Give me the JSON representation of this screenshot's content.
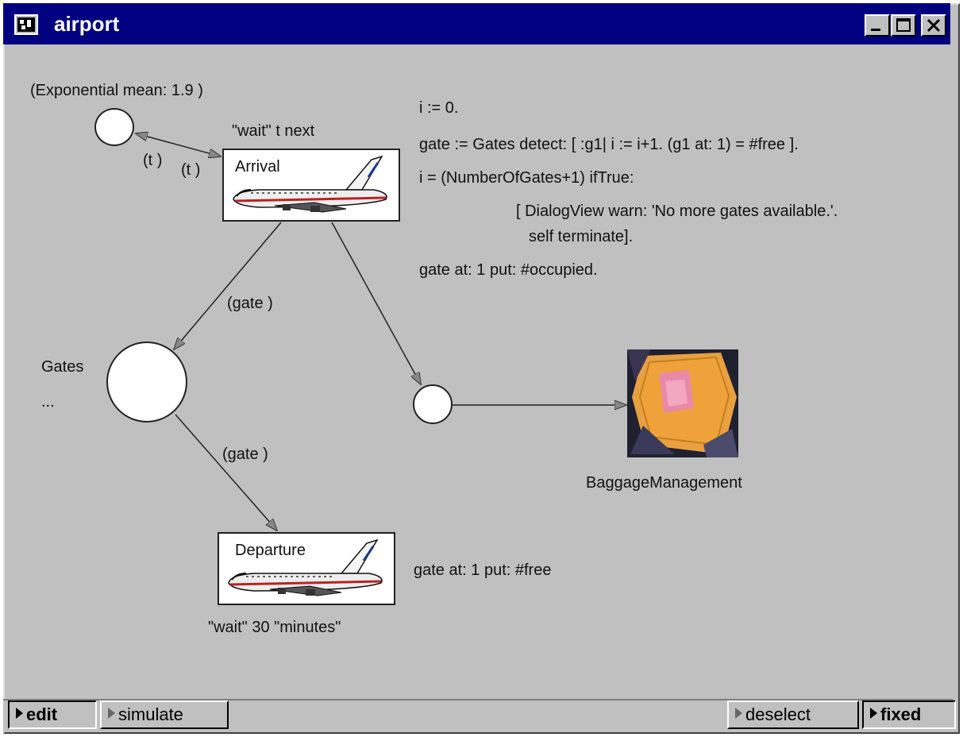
{
  "window": {
    "title": "airport"
  },
  "annotations": {
    "exp_mean": "(Exponential mean: 1.9 )",
    "wait_next": "\"wait\" t next",
    "t_label_1": "(t )",
    "t_label_2": "(t )",
    "gate_label_1": "(gate )",
    "gate_label_2": "(gate )",
    "gates": "Gates",
    "gates_dots": "...",
    "departure_wait": "\"wait\" 30 \"minutes\"",
    "departure_code": "gate at: 1 put: #free",
    "baggage": "BaggageManagement"
  },
  "code": [
    "i := 0.",
    "gate := Gates detect: [ :g1| i := i+1. (g1 at: 1) = #free ].",
    "i = (NumberOfGates+1) ifTrue:",
    "[ DialogView warn: 'No more gates available.'.",
    "self terminate].",
    "gate at: 1 put: #occupied."
  ],
  "transitions": {
    "arrival": "Arrival",
    "departure": "Departure"
  },
  "buttons": {
    "edit": "edit",
    "simulate": "simulate",
    "deselect": "deselect",
    "fixed": "fixed"
  }
}
